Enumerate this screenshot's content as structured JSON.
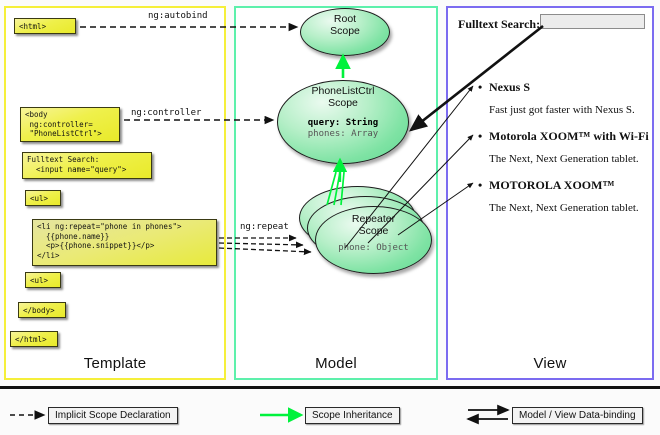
{
  "panels": {
    "template": {
      "title": "Template",
      "border_color": "#f5ef3a"
    },
    "model": {
      "title": "Model",
      "border_color": "#5df0ab"
    },
    "view": {
      "title": "View",
      "border_color": "#7b6bf0"
    }
  },
  "template_code": [
    {
      "name": "html-open",
      "text": "<html>"
    },
    {
      "name": "body-open",
      "text": "<body\n ng:controller=\n \"PhoneListCtrl\">"
    },
    {
      "name": "search-block",
      "text": "Fulltext Search:\n  <input name=\"query\">"
    },
    {
      "name": "ul-open",
      "text": "<ul>"
    },
    {
      "name": "li-repeat",
      "text": "<li ng:repeat=\"phone in phones\">\n  {{phone.name}}\n  <p>{{phone.snippet}}</p>\n</li>"
    },
    {
      "name": "ul-close",
      "text": "<ul>"
    },
    {
      "name": "body-close",
      "text": "</body>"
    },
    {
      "name": "html-close",
      "text": "</html>"
    }
  ],
  "wire_labels": {
    "autobind": "ng:autobind",
    "controller": "ng:controller",
    "repeat": "ng:repeat"
  },
  "scopes": [
    {
      "name": "Root Scope",
      "line1": "Root",
      "line2": "Scope",
      "props": []
    },
    {
      "name": "PhoneListCtrl Scope",
      "line1": "PhoneListCtrl",
      "line2": "Scope",
      "props": [
        {
          "text": "query: String",
          "bold": true
        },
        {
          "text": "phones: Array",
          "bold": false
        }
      ]
    },
    {
      "name": "Repeater Scope",
      "line1": "Repeater",
      "line2": "Scope",
      "props": [
        {
          "text": "phone: Object",
          "bold": false
        }
      ]
    }
  ],
  "view": {
    "search_label": "Fulltext Search:",
    "search_value": "",
    "search_placeholder": "",
    "items": [
      {
        "name": "Nexus S",
        "snippet": "Fast just got faster with Nexus S."
      },
      {
        "name": "Motorola XOOM™  with Wi-Fi",
        "snippet": "The Next, Next Generation tablet."
      },
      {
        "name": "MOTOROLA XOOM™",
        "snippet": "The Next, Next Generation tablet."
      }
    ]
  },
  "legend": [
    {
      "name": "implicit-scope-declaration",
      "label": "Implicit Scope Declaration",
      "style": "dashed-black"
    },
    {
      "name": "scope-inheritance",
      "label": "Scope Inheritance",
      "style": "solid-green"
    },
    {
      "name": "model-view-data-binding",
      "label": "Model / View Data-binding",
      "style": "double-black"
    }
  ],
  "colors": {
    "code_yellow": "#eaea3a",
    "scope_green": "#7fe3a4",
    "inherit_green": "#00f23c",
    "template_border": "#f5ef3a",
    "model_border": "#5df0ab",
    "view_border": "#7b6bf0"
  }
}
